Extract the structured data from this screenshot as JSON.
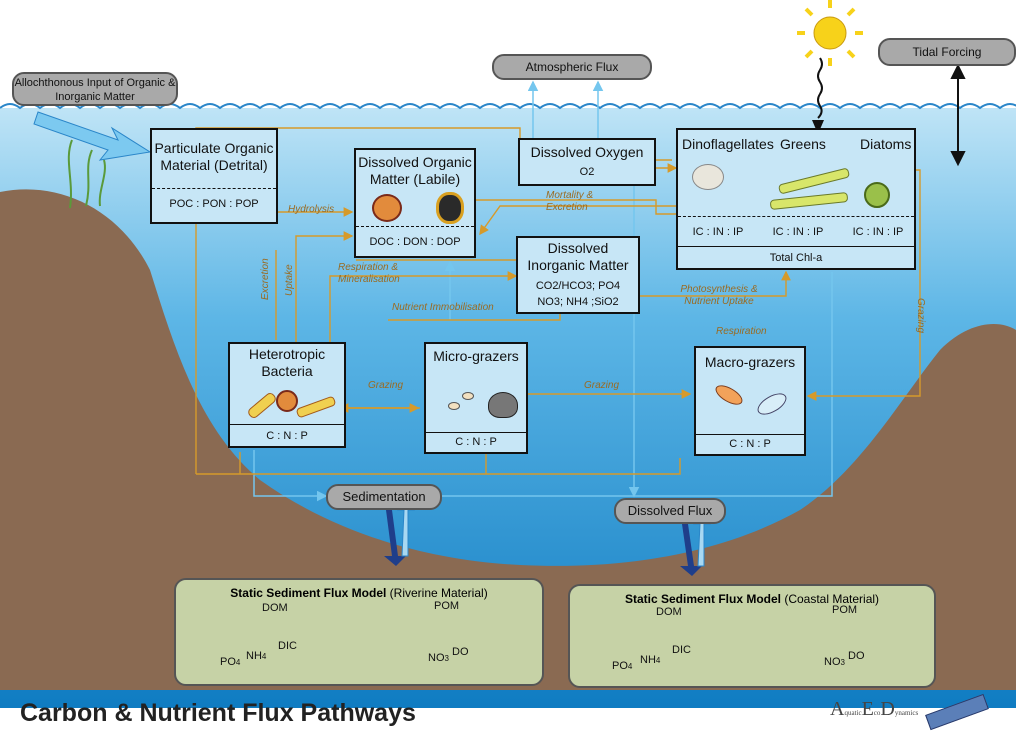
{
  "title": "Carbon & Nutrient Flux Pathways",
  "logo": {
    "a": "A",
    "a2": "quatic",
    "e": "E",
    "e2": "co",
    "d": "D",
    "d2": "ynamics"
  },
  "inputs": {
    "allochthonous": "Allochthonous Input of Organic & Inorganic Matter",
    "atmospheric": "Atmospheric Flux",
    "tidal": "Tidal Forcing"
  },
  "boxes": {
    "pom": {
      "title": "Particulate Organic Material (Detrital)",
      "ratio": "POC : PON : POP"
    },
    "dom": {
      "title": "Dissolved Organic Matter (Labile)",
      "ratio": "DOC : DON : DOP"
    },
    "oxygen": {
      "title": "Dissolved Oxygen",
      "ratio": "O2"
    },
    "phyto": {
      "groups": [
        "Dinoflagellates",
        "Greens",
        "Diatoms"
      ],
      "ratio": "IC : IN : IP",
      "total": "Total Chl-a"
    },
    "dim": {
      "title": "Dissolved Inorganic Matter",
      "line1": "CO2/HCO3; PO4",
      "line2": "NO3; NH4 ;SiO2"
    },
    "bacteria": {
      "title": "Heterotropic Bacteria",
      "ratio": "C : N : P"
    },
    "micro": {
      "title": "Micro-grazers",
      "ratio": "C : N : P"
    },
    "macro": {
      "title": "Macro-grazers",
      "ratio": "C : N : P"
    }
  },
  "flux_labels": {
    "hydrolysis": "Hydrolysis",
    "excretion": "Excretion",
    "uptake": "Uptake",
    "respiration_mineralisation": "Respiration & Mineralisation",
    "nutrient_immobilisation": "Nutrient Immobilisation",
    "mortality_excretion": "Mortality & Excretion",
    "photosynthesis": "Photosynthesis & Nutrient Uptake",
    "grazing": "Grazing",
    "respiration": "Respiration"
  },
  "sediment": {
    "sedimentation": "Sedimentation",
    "dissolved_flux": "Dissolved Flux",
    "riverine": {
      "bold": "Static Sediment Flux Model",
      "rest": " (Riverine Material)"
    },
    "coastal": {
      "bold": "Static Sediment Flux Model",
      "rest": " (Coastal Material)"
    },
    "labels": {
      "dom": "DOM",
      "pom": "POM",
      "dic": "DIC",
      "nh4": "NH",
      "nh4sub": "4",
      "po4": "PO",
      "po4sub": "4",
      "no3": "NO",
      "no3sub": "3",
      "do": "DO"
    }
  },
  "colors": {
    "water": "#1a8fd0",
    "water_top": "#bfe4f6",
    "sediment": "#8a6a52",
    "flux_arrow": "#d69a2a",
    "gas_arrow": "#74c6ee",
    "box_fill": "#c7e6f6",
    "sed_box": "#c6d2a6",
    "pill": "#a9a9a9"
  }
}
